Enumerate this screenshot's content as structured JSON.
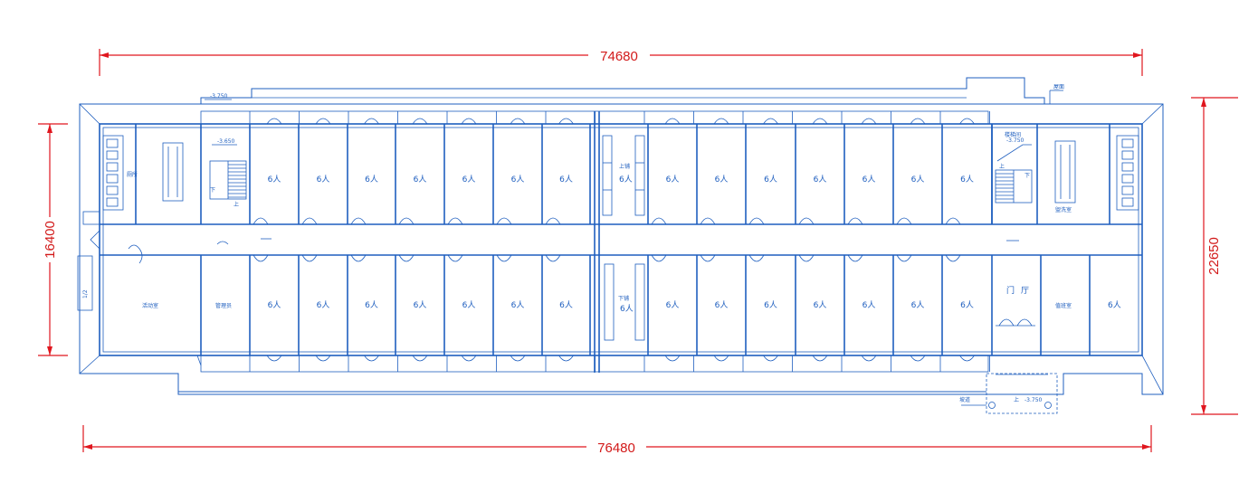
{
  "dimensions": {
    "top": "74680",
    "bottom": "76480",
    "left": "16400",
    "right": "22650"
  },
  "rooms": {
    "dorm_label": "6人",
    "upper_center_label": "6人",
    "lower_center_label": "6人",
    "upper_center_note": "上铺",
    "lower_center_note": "下铺",
    "left_lower_1": "活动室",
    "left_lower_2": "管理员",
    "right_lower_1": "值班室",
    "right_lower_2": "6人",
    "right_upper_note": "盥洗室",
    "left_upper_note": "厕所",
    "entrance_left": "门",
    "entrance_right": "厅"
  },
  "levels": {
    "top_left_level": "-3.750",
    "stair_left_level": "-3.650",
    "stair_right_level": "-3.750",
    "entrance_level": "-3.750",
    "right_upper_tag": "屋面",
    "right_upper_small": "楼梯间",
    "stair_down": "下",
    "stair_up": "上",
    "side_gate": "1/2",
    "entrance_up": "上",
    "ramp_label": "坡道"
  },
  "colors": {
    "linework": "#1f5fbf",
    "dimension": "#e0161e"
  }
}
